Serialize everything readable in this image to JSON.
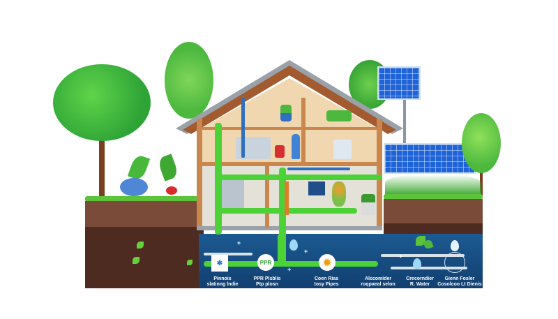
{
  "diagram": {
    "subject": "Eco-friendly house cross-section with PPR plumbing system",
    "colors": {
      "pipe_green": "#4cd137",
      "pipe_blue": "#2e6fc0",
      "underground": "#1c5a92",
      "soil": "#7a4b38",
      "roof": "#8a8f96",
      "wall": "#c9874e",
      "solar": "#1e63d8"
    },
    "badges": [
      {
        "icon": "sink-icon",
        "text": ""
      },
      {
        "icon": "ppr-icon",
        "text": "PPR"
      },
      {
        "icon": "sun-icon",
        "text": ""
      }
    ],
    "labels": [
      {
        "line1": "Pinnois",
        "line2": "slatinng lndie"
      },
      {
        "line1": "PPR Plsblis",
        "line2": "Ptp plosn"
      },
      {
        "line1": "Coen Rias",
        "line2": "tosy Pipes"
      },
      {
        "line1": "Alccomider",
        "line2": "roqpaeal selon"
      },
      {
        "line1": "Crecorndier",
        "line2": "R. Water"
      },
      {
        "line1": "Gienn Fosler",
        "line2": "Cosolcoo Lt Dienis"
      }
    ]
  }
}
